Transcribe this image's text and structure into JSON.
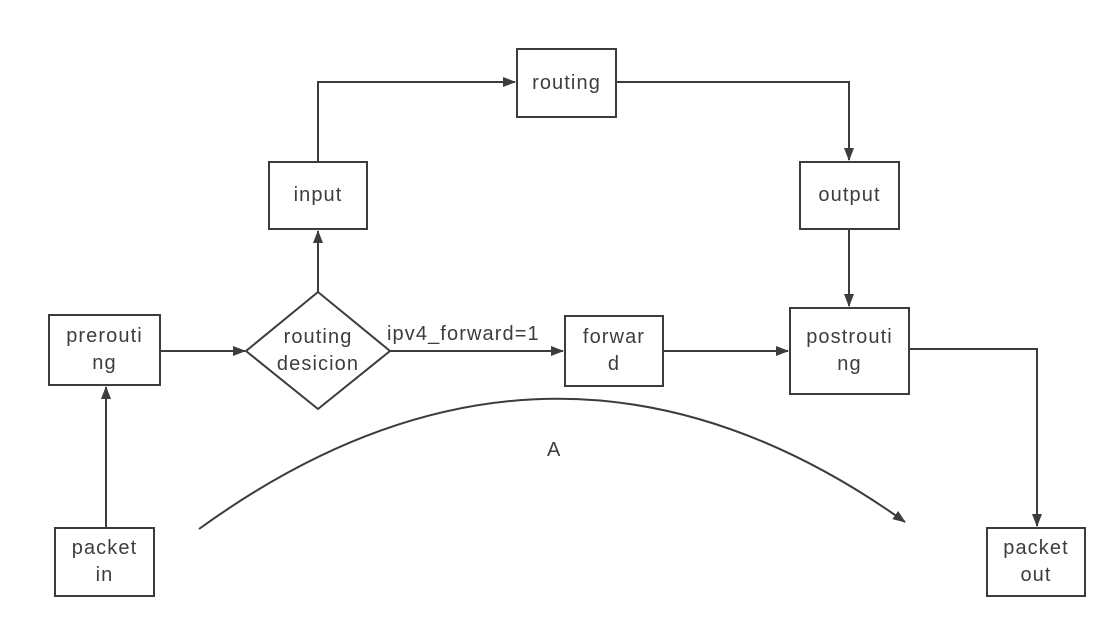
{
  "diagram": {
    "background_color": "#ffffff",
    "line_color": "#3c3c3c",
    "text_color": "#3d3d3d",
    "nodes": {
      "packet_in": {
        "shape": "rect",
        "label": "packet in",
        "line1": "packet",
        "line2": "in"
      },
      "prerouting": {
        "shape": "rect",
        "label": "prerouting",
        "line1": "prerouti",
        "line2": "ng"
      },
      "routing_decision": {
        "shape": "diamond",
        "label": "routing desicion",
        "line1": "routing",
        "line2": "desicion"
      },
      "input": {
        "shape": "rect",
        "label": "input",
        "line1": "input"
      },
      "routing": {
        "shape": "rect",
        "label": "routing",
        "line1": "routing"
      },
      "output": {
        "shape": "rect",
        "label": "output",
        "line1": "output"
      },
      "forward": {
        "shape": "rect",
        "label": "forward",
        "line1": "forwar",
        "line2": "d"
      },
      "postrouting": {
        "shape": "rect",
        "label": "postrouting",
        "line1": "postrouti",
        "line2": "ng"
      },
      "packet_out": {
        "shape": "rect",
        "label": "packet out",
        "line1": "packet",
        "line2": "out"
      }
    },
    "edge_labels": {
      "forward_condition": "ipv4_forward=1",
      "curve": "A"
    },
    "edges": [
      {
        "from": "packet_in",
        "to": "prerouting"
      },
      {
        "from": "prerouting",
        "to": "routing_decision"
      },
      {
        "from": "routing_decision",
        "to": "input"
      },
      {
        "from": "input",
        "to": "routing"
      },
      {
        "from": "routing",
        "to": "output"
      },
      {
        "from": "output",
        "to": "postrouting"
      },
      {
        "from": "routing_decision",
        "to": "forward",
        "label": "ipv4_forward=1"
      },
      {
        "from": "forward",
        "to": "postrouting"
      },
      {
        "from": "postrouting",
        "to": "packet_out"
      },
      {
        "from": "packet_in",
        "to": "packet_out",
        "label": "A",
        "style": "curved-bypass"
      }
    ]
  }
}
